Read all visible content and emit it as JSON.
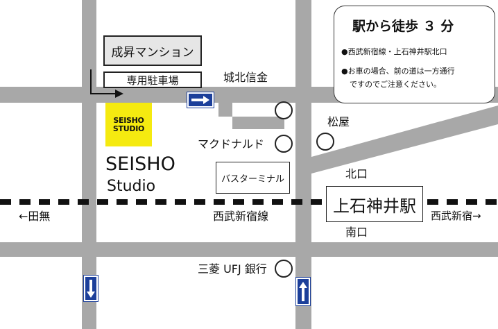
{
  "building": {
    "name": "成昇マンション",
    "parking": "専用駐車場"
  },
  "studio": {
    "logo_line1": "SEISHO",
    "logo_line2": "STUDIO",
    "name_line1": "SEISHO",
    "name_line2": "Studio",
    "logo_color": "#f5ea10"
  },
  "landmarks": {
    "shinkin": "城北信金",
    "matsuya": "松屋",
    "mcdonalds": "マクドナルド",
    "bus_terminal": "バスターミナル",
    "bank": "三菱 UFJ 銀行"
  },
  "station": {
    "name": "上石神井駅",
    "north_exit": "北口",
    "south_exit": "南口"
  },
  "railway": {
    "line": "西武新宿線",
    "toward_left": "←田無",
    "toward_right": "西武新宿→"
  },
  "info": {
    "title": "駅から徒歩 ３ 分",
    "line1": "●西武新宿線・上石神井駅北口",
    "line2": "●お車の場合、前の道は一方通行",
    "line3": "ですのでご注意ください。"
  },
  "colors": {
    "road": "#a8a8a8",
    "sign": "#1c3f9a"
  },
  "icons": [
    "one-way-right-icon",
    "one-way-down-icon",
    "one-way-up-icon",
    "landmark-circle-icon",
    "entrance-arrow-icon"
  ]
}
